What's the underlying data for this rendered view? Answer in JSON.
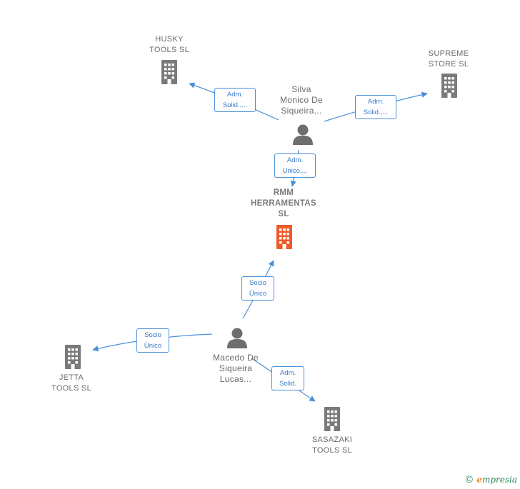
{
  "nodes": {
    "husky": {
      "line1": "HUSKY",
      "line2": "TOOLS  SL"
    },
    "supreme": {
      "line1": "SUPREME",
      "line2": "STORE  SL"
    },
    "rmm": {
      "line1": "RMM",
      "line2": "HERRAMENTAS",
      "line3": "SL"
    },
    "jetta": {
      "line1": "JETTA",
      "line2": "TOOLS  SL"
    },
    "sasazaki": {
      "line1": "SASAZAKI",
      "line2": "TOOLS  SL"
    },
    "silva": {
      "line1": "Silva",
      "line2": "Monico De",
      "line3": "Siqueira..."
    },
    "macedo": {
      "line1": "Macedo De",
      "line2": "Siqueira",
      "line3": "Lucas..."
    }
  },
  "edges": {
    "silva_husky": {
      "line1": "Adm.",
      "line2": "Solid.,..."
    },
    "silva_supreme": {
      "line1": "Adm.",
      "line2": "Solid.,..."
    },
    "silva_rmm": {
      "line1": "Adm.",
      "line2": "Unico,..."
    },
    "macedo_rmm": {
      "line1": "Socio",
      "line2": "Único"
    },
    "macedo_jetta": {
      "line1": "Socio",
      "line2": "Único"
    },
    "macedo_sasazaki": {
      "line1": "Adm.",
      "line2": "Solid."
    }
  },
  "colors": {
    "company": "#7a7a7a",
    "focus_company": "#f05a28",
    "person": "#6e6e6e",
    "edge": "#4a90d9"
  },
  "footer": {
    "copyright": "©",
    "brand_initial": "e",
    "brand_rest": "mpresia"
  }
}
